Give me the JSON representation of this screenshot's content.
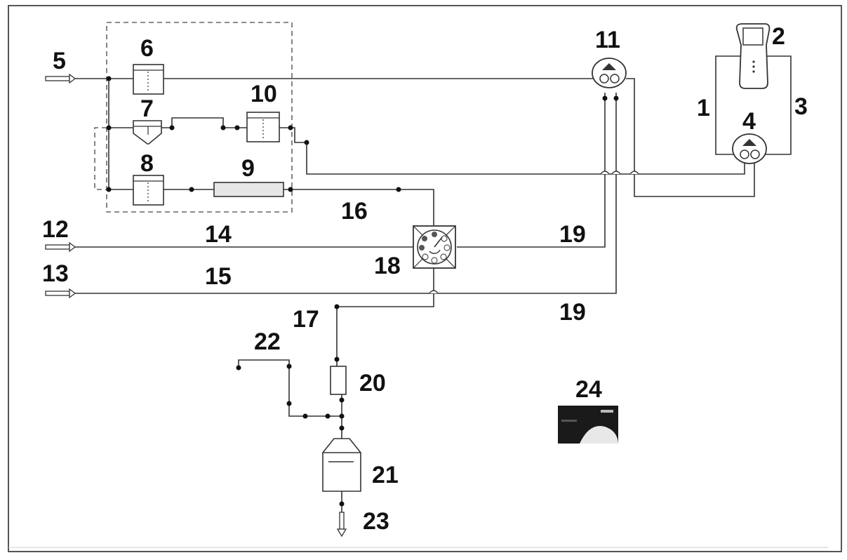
{
  "labels": {
    "l1": "1",
    "l2": "2",
    "l3": "3",
    "l4": "4",
    "l5": "5",
    "l6": "6",
    "l7": "7",
    "l8": "8",
    "l9": "9",
    "l10": "10",
    "l11": "11",
    "l12": "12",
    "l13": "13",
    "l14": "14",
    "l15": "15",
    "l16": "16",
    "l17": "17",
    "l18": "18",
    "l19a": "19",
    "l19b": "19",
    "l20": "20",
    "l21": "21",
    "l22": "22",
    "l23": "23",
    "l24": "24"
  },
  "colors": {
    "line": "#333333",
    "frame": "#555555",
    "dashed": "#666666",
    "photo_bg": "#1a1a1a"
  }
}
